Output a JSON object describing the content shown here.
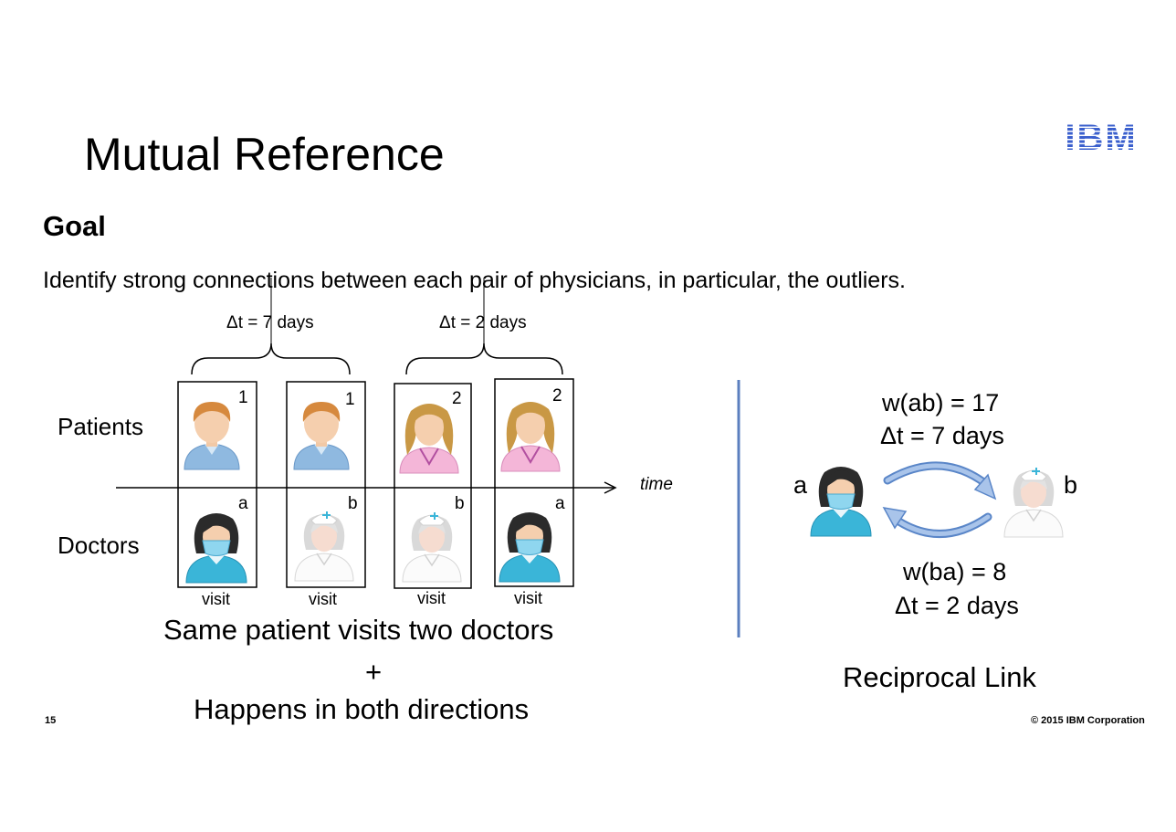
{
  "slide": {
    "title": "Mutual Reference",
    "goal_heading": "Goal",
    "goal_text": "Identify strong connections between each pair of physicians, in particular, the outliers.",
    "page_number": "15",
    "copyright": "© 2015 IBM Corporation",
    "logo_text": "IBM"
  },
  "timeline": {
    "row_patients": "Patients",
    "row_doctors": "Doctors",
    "time_label": "time",
    "interval_left": "Δt = 7 days",
    "interval_right": "Δt = 2 days",
    "visits": [
      {
        "patient": "1",
        "doctor": "a",
        "label": "visit"
      },
      {
        "patient": "1",
        "doctor": "b",
        "label": "visit"
      },
      {
        "patient": "2",
        "doctor": "b",
        "label": "visit"
      },
      {
        "patient": "2",
        "doctor": "a",
        "label": "visit"
      }
    ],
    "caption_line1": "Same patient visits two doctors",
    "caption_plus": "+",
    "caption_line2": "Happens in both directions"
  },
  "reciprocal": {
    "node_a": "a",
    "node_b": "b",
    "w_ab": "w(ab) = 17",
    "dt_ab": "Δt = 7 days",
    "w_ba": "w(ba) = 8",
    "dt_ba": "Δt = 2 days",
    "caption": "Reciprocal Link"
  },
  "colors": {
    "ibm_blue": "#3a5fcd",
    "divider": "#5b7fbf",
    "arrow_fill": "#a9c4ea",
    "arrow_stroke": "#5a86c8",
    "doctor_a_coat": "#3ab5d8",
    "patient_male_shirt": "#8fb9e0",
    "patient_female_shirt": "#f4b6d8"
  }
}
